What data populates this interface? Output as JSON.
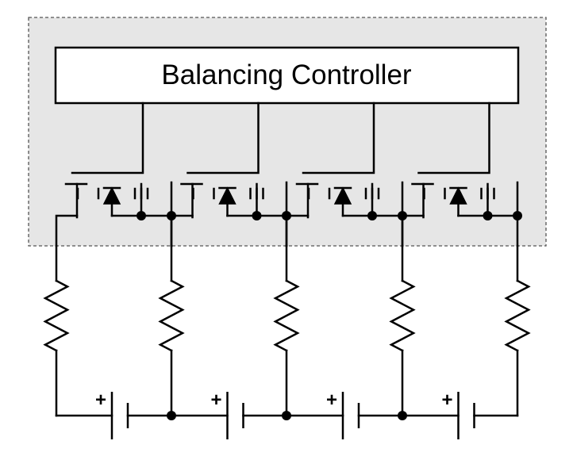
{
  "controller": {
    "label": "Balancing Controller"
  },
  "switch_count": 4,
  "resistor_count": 5,
  "cell_count": 4,
  "cell_polarity_mark": "+",
  "colors": {
    "line": "#000000",
    "module_fill": "#e6e6e6",
    "module_border": "#555555",
    "controller_fill": "#ffffff"
  }
}
